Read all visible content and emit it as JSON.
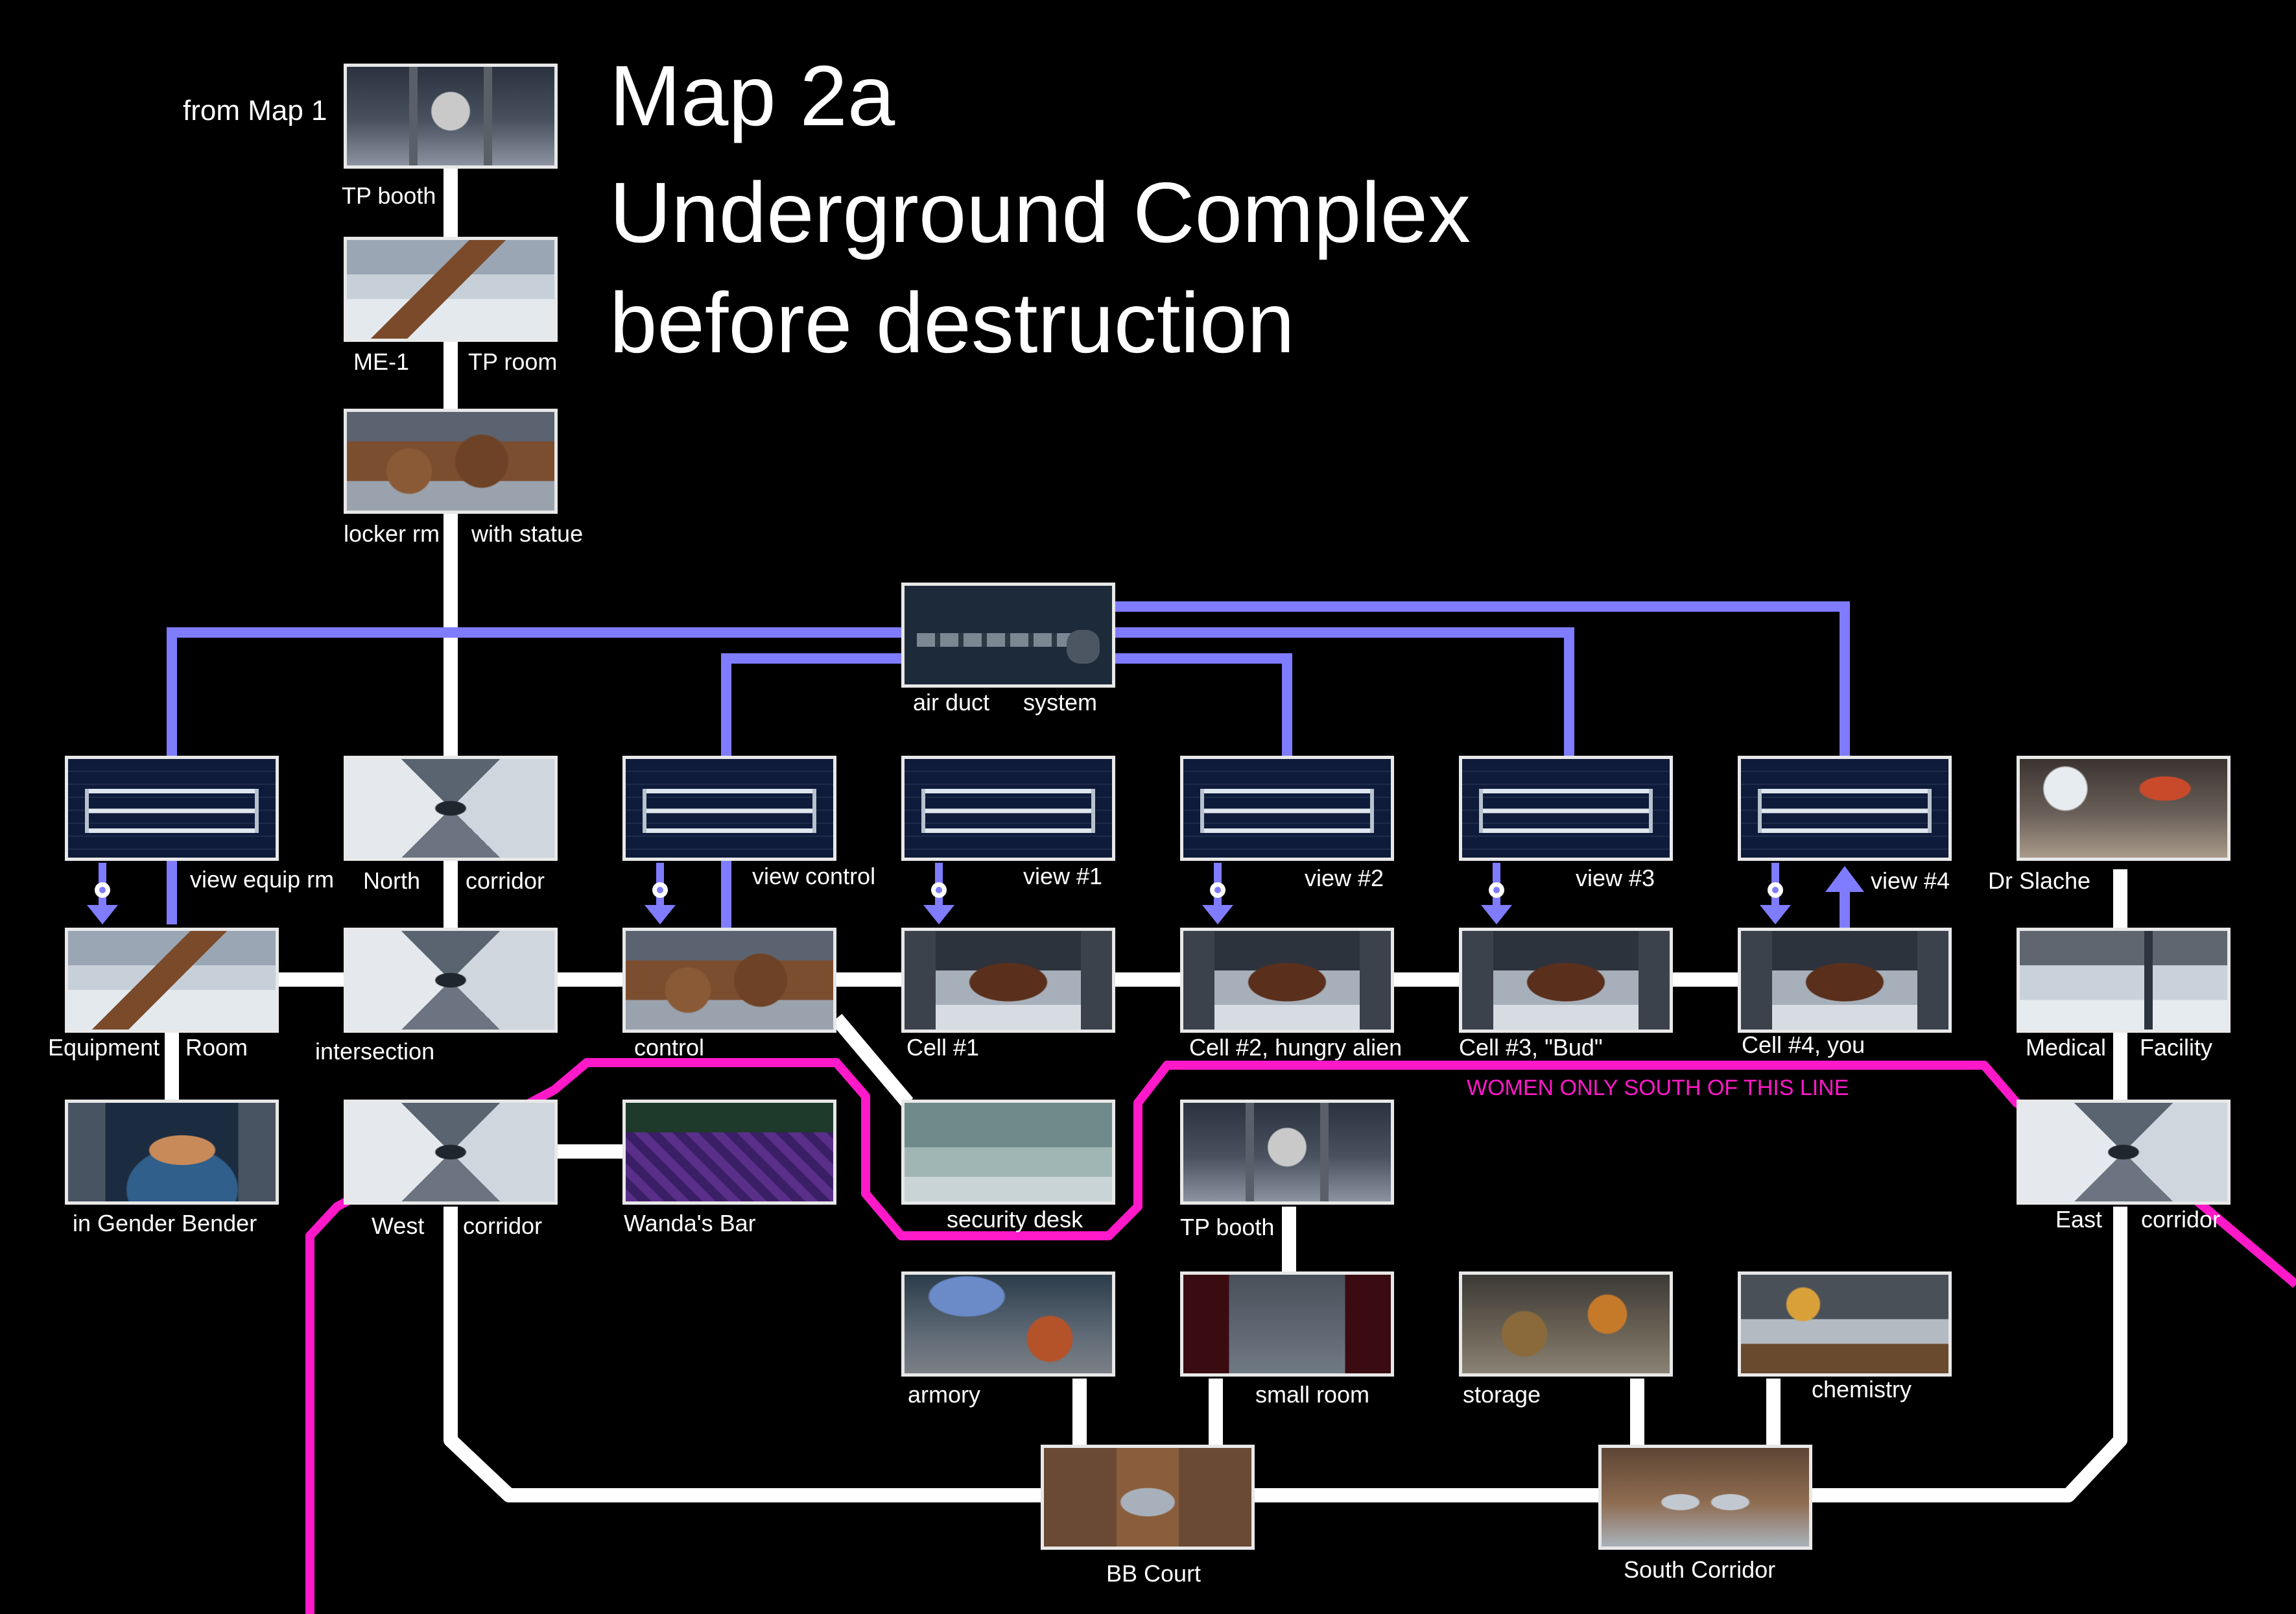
{
  "title": {
    "line1": "Map 2a",
    "line2": "Underground Complex",
    "line3": "before destruction"
  },
  "entry_note": "from Map 1",
  "restriction_note": "WOMEN ONLY SOUTH OF THIS LINE",
  "colors": {
    "background": "#000000",
    "walk_path": "#ffffff",
    "air_duct_path": "#7f7cff",
    "restriction_line": "#ff19c8"
  },
  "rooms": {
    "tp_booth_top": {
      "labels": [
        "TP booth"
      ]
    },
    "tp_room": {
      "labels": [
        "ME-1",
        "TP room"
      ]
    },
    "locker_room": {
      "labels": [
        "locker rm",
        "with statue"
      ]
    },
    "air_duct": {
      "labels": [
        "air duct",
        "system"
      ]
    },
    "view_equip": {
      "labels": [
        "view equip rm"
      ]
    },
    "north_corridor": {
      "labels": [
        "North",
        "corridor"
      ]
    },
    "view_control": {
      "labels": [
        "view control"
      ]
    },
    "view_1": {
      "labels": [
        "view #1"
      ]
    },
    "view_2": {
      "labels": [
        "view #2"
      ]
    },
    "view_3": {
      "labels": [
        "view #3"
      ]
    },
    "view_4": {
      "labels": [
        "view #4"
      ]
    },
    "dr_slache": {
      "labels": [
        "Dr Slache"
      ]
    },
    "equipment_room": {
      "labels": [
        "Equipment",
        "Room"
      ]
    },
    "intersection": {
      "labels": [
        "intersection"
      ]
    },
    "control": {
      "labels": [
        "control"
      ]
    },
    "cell_1": {
      "labels": [
        "Cell #1"
      ]
    },
    "cell_2": {
      "labels": [
        "Cell #2, hungry alien"
      ]
    },
    "cell_3": {
      "labels": [
        "Cell #3, \"Bud\""
      ]
    },
    "cell_4": {
      "labels": [
        "Cell #4, you"
      ]
    },
    "medical": {
      "labels": [
        "Medical",
        "Facility"
      ]
    },
    "gender_bender": {
      "labels": [
        "in Gender Bender"
      ]
    },
    "west_corridor": {
      "labels": [
        "West",
        "corridor"
      ]
    },
    "wandas_bar": {
      "labels": [
        "Wanda's Bar"
      ]
    },
    "security_desk": {
      "labels": [
        "security desk"
      ]
    },
    "tp_booth_low": {
      "labels": [
        "TP booth"
      ]
    },
    "east_corridor": {
      "labels": [
        "East",
        "corridor"
      ]
    },
    "armory": {
      "labels": [
        "armory"
      ]
    },
    "small_room": {
      "labels": [
        "small room"
      ]
    },
    "storage": {
      "labels": [
        "storage"
      ]
    },
    "chemistry": {
      "labels": [
        "chemistry"
      ]
    },
    "bb_court": {
      "labels": [
        "BB Court"
      ]
    },
    "south_corridor": {
      "labels": [
        "South Corridor"
      ]
    }
  }
}
